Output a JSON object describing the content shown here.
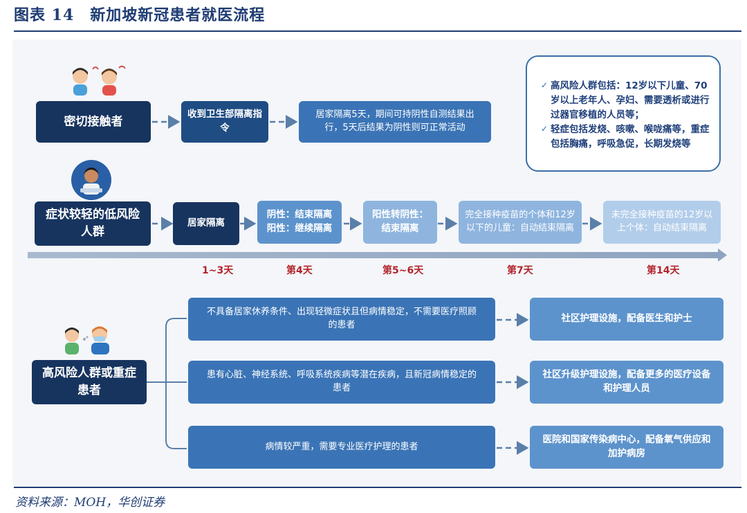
{
  "figure": {
    "title": "图表 14　新加坡新冠患者就医流程",
    "source": "资料来源：MOH，华创证券"
  },
  "row1": {
    "start": "密切接触者",
    "step1": "收到卫生部隔离指令",
    "step2": "居家隔离5天，期间可持阴性自测结果出行，5天后结果为阴性则可正常活动"
  },
  "note": {
    "items": [
      "高风险人群包括：12岁以下儿童、70岁以上老年人、孕妇、需要透析或进行过器官移植的人员等；",
      "轻症包括发烧、咳嗽、喉咙痛等，重症包括胸痛，呼吸急促，长期发烧等"
    ]
  },
  "row2": {
    "start": "症状较轻的低风险人群",
    "steps": [
      "居家隔离",
      "阴性：结束隔离 阳性：继续隔离",
      "阳性转阴性：结束隔离",
      "完全接种疫苗的个体和12岁以下的儿童：自动结束隔离",
      "未完全接种疫苗的12岁以上个体：自动结束隔离"
    ],
    "days": [
      "1~3天",
      "第4天",
      "第5~6天",
      "第7天",
      "第14天"
    ]
  },
  "row3": {
    "start": "高风险人群或重症患者",
    "conditions": [
      "不具备居家休养条件、出现轻微症状且但病情稳定，不需要医疗照顾的患者",
      "患有心脏、神经系统、呼吸系统疾病等潜在疾病，且新冠病情稳定的患者",
      "病情较严重，需要专业医疗护理的患者"
    ],
    "facilities": [
      "社区护理设施，配备医生和护士",
      "社区升级护理设施，配备更多的医疗设备和护理人员",
      "医院和国家传染病中心，配备氧气供应和加护病房"
    ]
  }
}
